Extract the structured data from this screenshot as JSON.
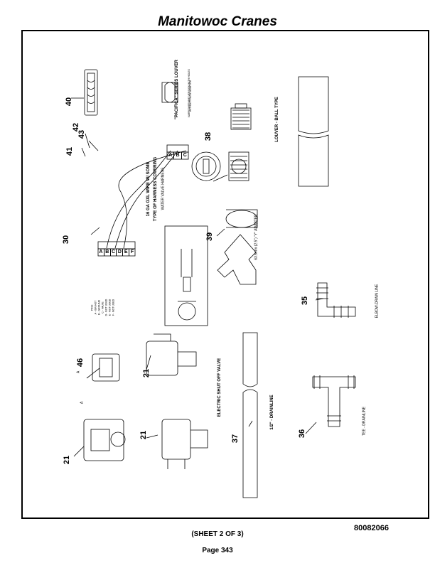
{
  "header": {
    "title": "Manitowoc Cranes"
  },
  "drawing": {
    "callouts": {
      "c40": "40",
      "c41": "41",
      "c42": "42",
      "c43": "43",
      "c30": "30",
      "c38": "38",
      "c39": "39",
      "c46": "46",
      "c21a": "21",
      "c21b": "21",
      "c21c": "21",
      "c35": "35",
      "c36": "36",
      "c37": "37"
    },
    "labels": {
      "louver_title": "\"PACIFICA\" SERIES LOUVER",
      "louver_sub1": "NARROWFRAME VERSION WITH HOLES",
      "louver_sub2": "WITHOUT HOSE ADAPTER",
      "louver_ball": "LOUVER - BALL TYPE",
      "harness_1": "16 GA GXL WIRE W/ SOME",
      "harness_2": "TYPE OF HARNESS COVERING",
      "harness_3": "WATER VALVE HARNESS",
      "adapter": "63.5mm (2.5\") \"Y\" ADAPTER",
      "shutoff": "ELECTRIC SHUT OFF VALVE",
      "drainline_half": "1/2\" - DRAINLINE",
      "elbow": "ELBOW-DRAIN LINE",
      "tee": "TEE - DRAINLINE",
      "view_a_1": "A",
      "view_a_2": "A",
      "pins_title": "PINS:",
      "pin_a": "A - IGN HOT",
      "pin_b": "B - GROUND",
      "pin_c": "C - VALVE",
      "pin_d": "D - NOT USED",
      "pin_e": "E - NOT USED",
      "pin_f": "F - NOT USED"
    },
    "connector_left_pins": [
      "A",
      "B",
      "C",
      "D",
      "E",
      "F"
    ],
    "connector_right_pins": [
      "A",
      "B",
      "C"
    ]
  },
  "footer": {
    "doc_number": "80082066",
    "sheet": "(SHEET 2 OF 3)",
    "page": "Page 343"
  }
}
